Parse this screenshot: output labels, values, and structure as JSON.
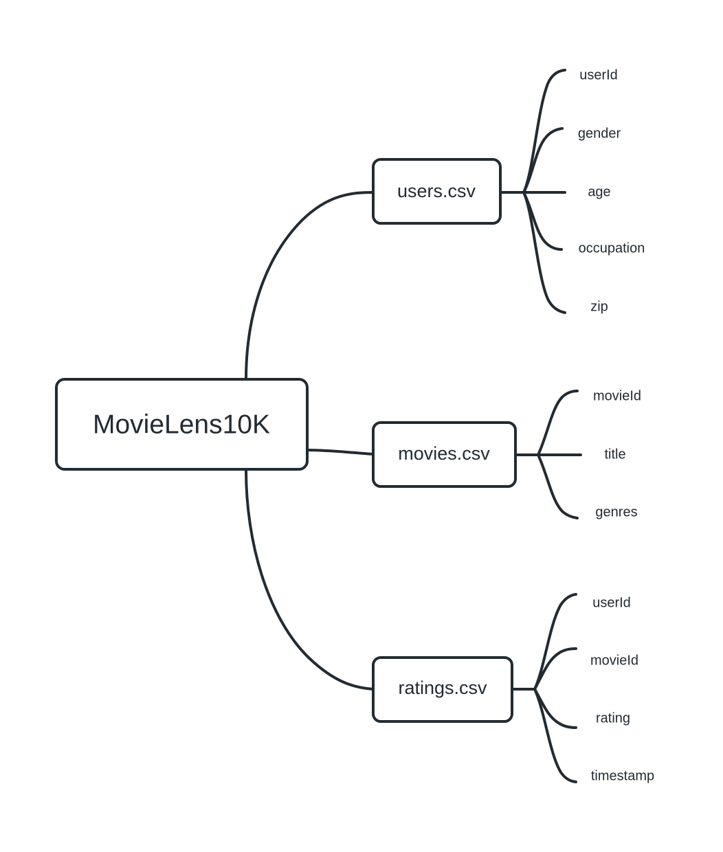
{
  "diagram": {
    "type": "mindmap",
    "orientation": "left-to-right",
    "background_color": "#ffffff",
    "stroke_color": "#232b32",
    "node_fill_color": "#ffffff",
    "root": {
      "label": "MovieLens10K"
    },
    "branches": [
      {
        "label": "users.csv",
        "leaves": [
          {
            "label": "userId"
          },
          {
            "label": "gender"
          },
          {
            "label": "age"
          },
          {
            "label": "occupation"
          },
          {
            "label": "zip"
          }
        ]
      },
      {
        "label": "movies.csv",
        "leaves": [
          {
            "label": "movieId"
          },
          {
            "label": "title"
          },
          {
            "label": "genres"
          }
        ]
      },
      {
        "label": "ratings.csv",
        "leaves": [
          {
            "label": "userId"
          },
          {
            "label": "movieId"
          },
          {
            "label": "rating"
          },
          {
            "label": "timestamp"
          }
        ]
      }
    ]
  }
}
